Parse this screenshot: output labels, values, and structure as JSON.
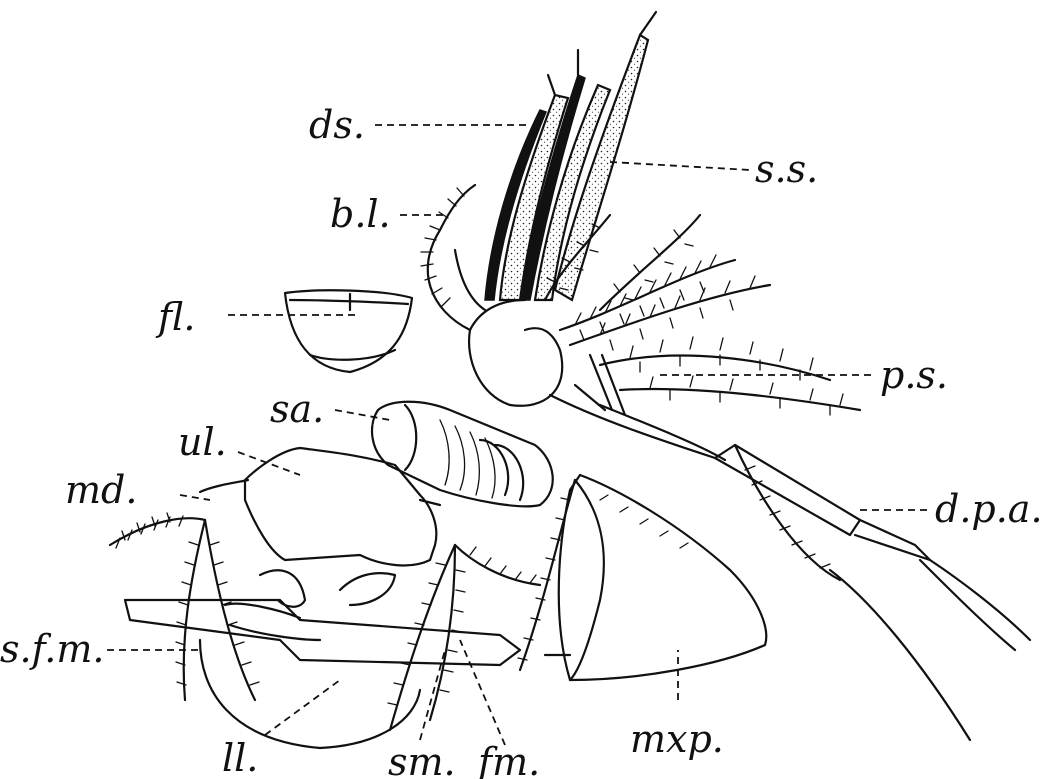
{
  "figure": {
    "labels": {
      "ds": "ds.",
      "ss": "s.s.",
      "bl": "b.l.",
      "fl": "fl.",
      "ps": "p.s.",
      "sa": "sa.",
      "ul": "ul.",
      "md": "md.",
      "dpa": "d.p.a.",
      "sfm": "s.f.m.",
      "ll": "ll.",
      "sm": "sm.",
      "fm": "fm.",
      "mxp": "mxp."
    }
  }
}
